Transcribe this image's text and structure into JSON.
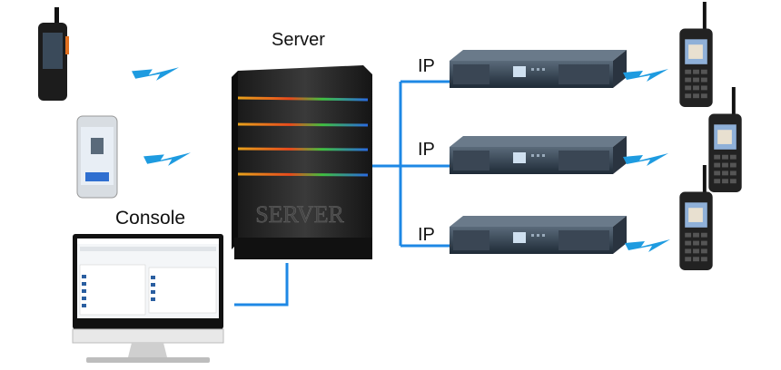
{
  "labels": {
    "server": "Server",
    "console": "Console",
    "ip": [
      "IP",
      "IP",
      "IP"
    ]
  },
  "colors": {
    "link_line": "#1e88e5",
    "wireless_bolt": "#1e9be0",
    "server_body": "#2a2a2a",
    "led_colors": [
      "#e8a21c",
      "#e84a1c",
      "#40c040",
      "#2a6ae0"
    ]
  },
  "icons": [
    "handheld-radio-icon",
    "smartphone-icon",
    "console-monitor-icon",
    "server-tower-icon",
    "repeater-rack-icon",
    "lightning-bolt-icon"
  ]
}
